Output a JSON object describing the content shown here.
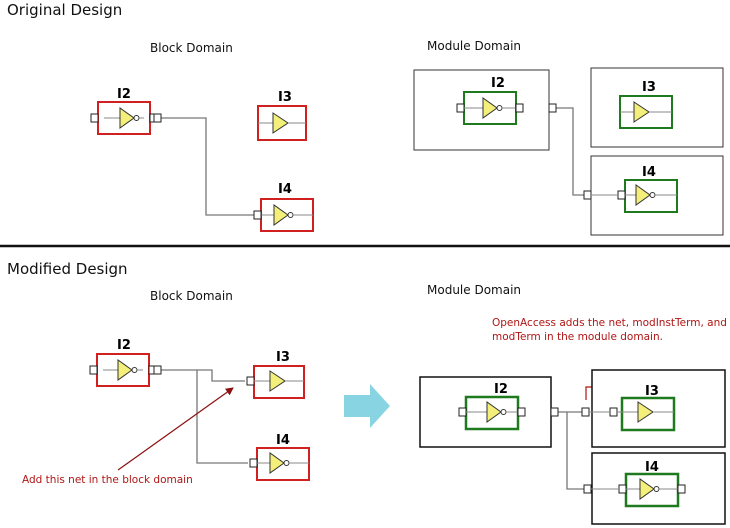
{
  "colors": {
    "block_instance": "#d02020",
    "module_instance": "#1f7a1f",
    "annotation": "#b01515",
    "arrow": "#88d4e2",
    "gate_fill": "#f3ef7a"
  },
  "original": {
    "heading": "Original Design",
    "block_label": "Block Domain",
    "module_label": "Module Domain",
    "instances": {
      "i2": "I2",
      "i3": "I3",
      "i4": "I4"
    }
  },
  "modified": {
    "heading": "Modified Design",
    "block_label": "Block Domain",
    "module_label": "Module Domain",
    "instances": {
      "i2": "I2",
      "i3": "I3",
      "i4": "I4"
    },
    "annotation_block": "Add this net in the block domain",
    "annotation_module": [
      "OpenAccess adds the net, modInstTerm, and",
      "modTerm in the module domain."
    ]
  }
}
